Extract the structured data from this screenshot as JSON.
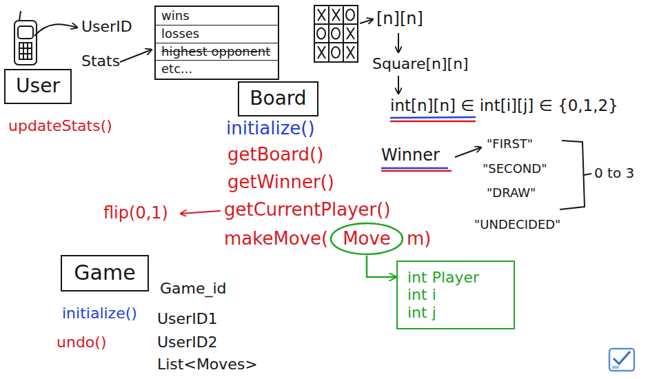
{
  "diagram": {
    "nodes": [
      {
        "text": [
          "User"
        ]
      },
      {
        "text": [
          "wins",
          "losses",
          "highest opponent",
          "etc..."
        ]
      },
      {
        "text": [
          "Board"
        ]
      },
      {
        "text": [
          "Move"
        ]
      },
      {
        "text": [
          "int Player",
          "int i",
          "int j"
        ]
      },
      {
        "text": [
          "Game"
        ]
      }
    ],
    "edges": [
      {
        "from": 3,
        "to": 4,
        "arrow": "to"
      }
    ],
    "labels": [
      "UserID",
      "Stats",
      "updateStats()",
      "[n][n]",
      "Square[n][n]",
      "int[n][n] ∈ int[i][j] ∈ {0,1,2}",
      "initialize()",
      "getBoard()",
      "Winner",
      "\"FIRST\"",
      "\"SECOND\"",
      "\"DRAW\"",
      "0 to 3",
      "getWinner()",
      "flip(0,1)",
      "getCurrentPlayer()",
      "\"UNDECIDED\"",
      "makeMove(",
      "m)",
      "initialize()",
      "Game_id",
      "UserID1",
      "undo()",
      "UserID2",
      "List<Moves>"
    ]
  }
}
